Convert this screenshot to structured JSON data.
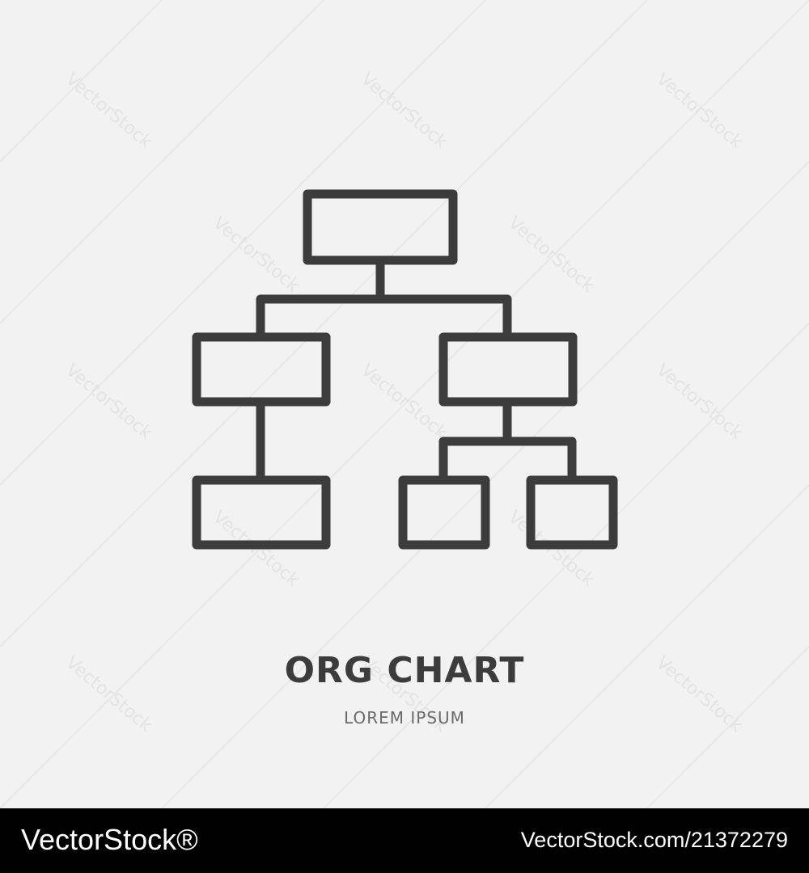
{
  "icon": {
    "name": "org-chart-icon",
    "stroke_color": "#3c3c3c"
  },
  "caption": {
    "title": "ORG CHART",
    "subtitle": "LOREM IPSUM"
  },
  "watermark": {
    "text": "VectorStock"
  },
  "footer": {
    "brand": "VectorStock®",
    "url": "VectorStock.com/21372279",
    "background": "#000000"
  },
  "colors": {
    "background": "#f2f2f2",
    "title": "#3c3c3c",
    "subtitle": "#6a6a6a"
  }
}
